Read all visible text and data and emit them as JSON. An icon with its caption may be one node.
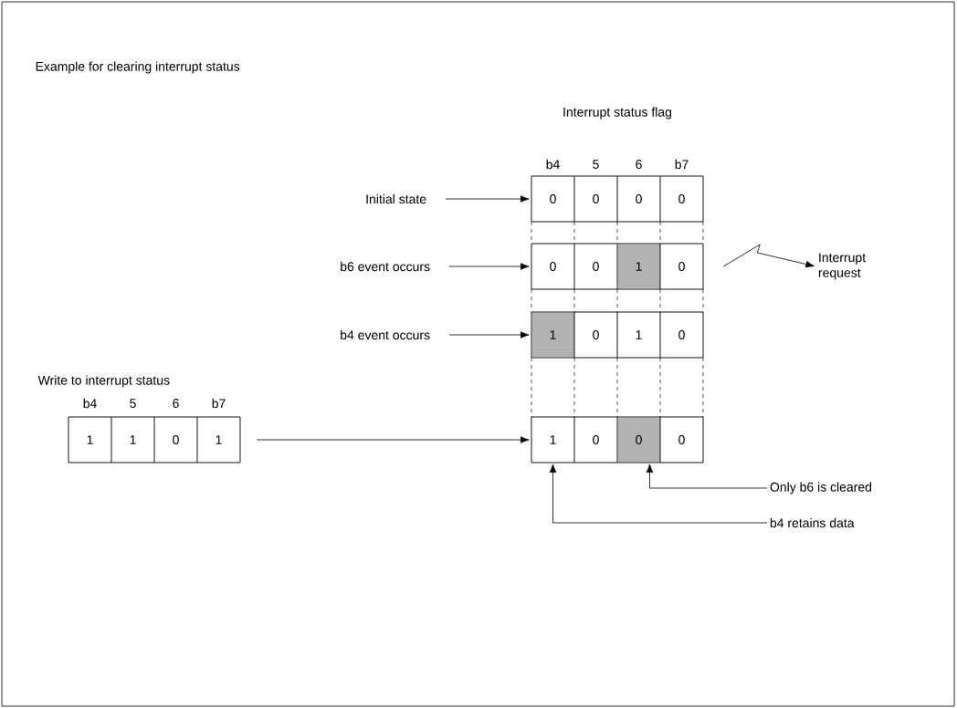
{
  "diagram": {
    "nodes": [
      {
        "text": [
          "Initial state"
        ]
      },
      {
        "text": [],
        "shape": "box"
      },
      {
        "text": [
          "0"
        ],
        "in": 1
      },
      {
        "text": [
          "0"
        ],
        "in": 1
      },
      {
        "text": [
          "0"
        ],
        "in": 1
      },
      {
        "text": [
          "0"
        ],
        "in": 1
      },
      {
        "text": [
          "b6 event occurs"
        ]
      },
      {
        "text": [],
        "shape": "box"
      },
      {
        "text": [
          "0"
        ],
        "in": 7
      },
      {
        "text": [
          "0"
        ],
        "in": 7
      },
      {
        "text": [
          "1"
        ],
        "in": 7
      },
      {
        "text": [
          "0"
        ],
        "in": 7
      },
      {
        "text": [
          "Interrupt request"
        ]
      },
      {
        "text": [
          "b4 event occurs"
        ]
      },
      {
        "text": [],
        "shape": "box"
      },
      {
        "text": [
          "1"
        ],
        "in": 14
      },
      {
        "text": [
          "0"
        ],
        "in": 14
      },
      {
        "text": [
          "1"
        ],
        "in": 14
      },
      {
        "text": [
          "0"
        ],
        "in": 14
      },
      {
        "text": [],
        "shape": "box"
      },
      {
        "text": [
          "1"
        ],
        "in": 19
      },
      {
        "text": [
          "1"
        ],
        "in": 19
      },
      {
        "text": [
          "0"
        ],
        "in": 19
      },
      {
        "text": [
          "1"
        ],
        "in": 19
      },
      {
        "text": [],
        "shape": "box"
      },
      {
        "text": [
          "1"
        ],
        "in": 24
      },
      {
        "text": [
          "0"
        ],
        "in": 24
      },
      {
        "text": [
          "0"
        ],
        "in": 24
      },
      {
        "text": [
          "0"
        ],
        "in": 24
      },
      {
        "text": [
          "Only b6 is cleared"
        ]
      },
      {
        "text": [
          "b4 retains data"
        ]
      }
    ],
    "edges": [
      {
        "from": 0,
        "to": 1,
        "arrow": "to"
      },
      {
        "from": 6,
        "to": 7,
        "arrow": "to"
      },
      {
        "from": 13,
        "to": 14,
        "arrow": "to"
      },
      {
        "from": 7,
        "to": 12,
        "arrow": "to"
      },
      {
        "from": 19,
        "to": 24,
        "arrow": "to"
      },
      {
        "from": 29,
        "to": 27,
        "arrow": "to"
      },
      {
        "from": 30,
        "to": 25,
        "arrow": "to"
      }
    ],
    "labels": [
      "Example for clearing interrupt status",
      "Interrupt status flag",
      "b4",
      "5",
      "6",
      "b7",
      "Write to interrupt status",
      "b4",
      "5",
      "6",
      "b7"
    ]
  }
}
